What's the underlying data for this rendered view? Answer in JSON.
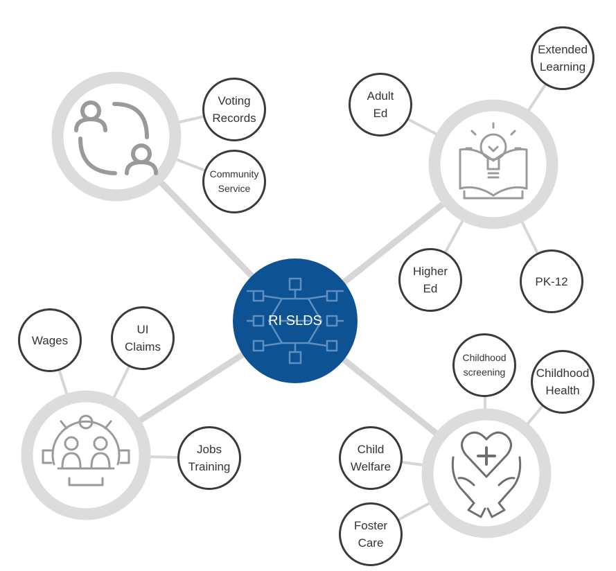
{
  "colors": {
    "connector": "#d6d6d6",
    "ring": "#dcdcdc",
    "node_border": "#3a3a3a",
    "icon": "#9a9a9a",
    "center_fill": "#0d5394",
    "center_icon": "#5f8fc0",
    "text": "#333333"
  },
  "center": {
    "label": "RI SLDS",
    "icon": "network-hub-icon"
  },
  "hubs": [
    {
      "name": "civic",
      "icon": "people-cycle-icon"
    },
    {
      "name": "education",
      "icon": "lightbulb-book-icon"
    },
    {
      "name": "labor",
      "icon": "team-gear-icon"
    },
    {
      "name": "health",
      "icon": "hands-heart-icon"
    }
  ],
  "nodes": [
    {
      "label": "Voting\nRecords"
    },
    {
      "label": "Community\nService"
    },
    {
      "label": "Adult\nEd"
    },
    {
      "label": "Extended\nLearning"
    },
    {
      "label": "Higher\nEd"
    },
    {
      "label": "PK-12"
    },
    {
      "label": "Wages"
    },
    {
      "label": "UI\nClaims"
    },
    {
      "label": "Jobs\nTraining"
    },
    {
      "label": "Childhood\nscreening"
    },
    {
      "label": "Childhood\nHealth"
    },
    {
      "label": "Child\nWelfare"
    },
    {
      "label": "Foster\nCare"
    }
  ]
}
